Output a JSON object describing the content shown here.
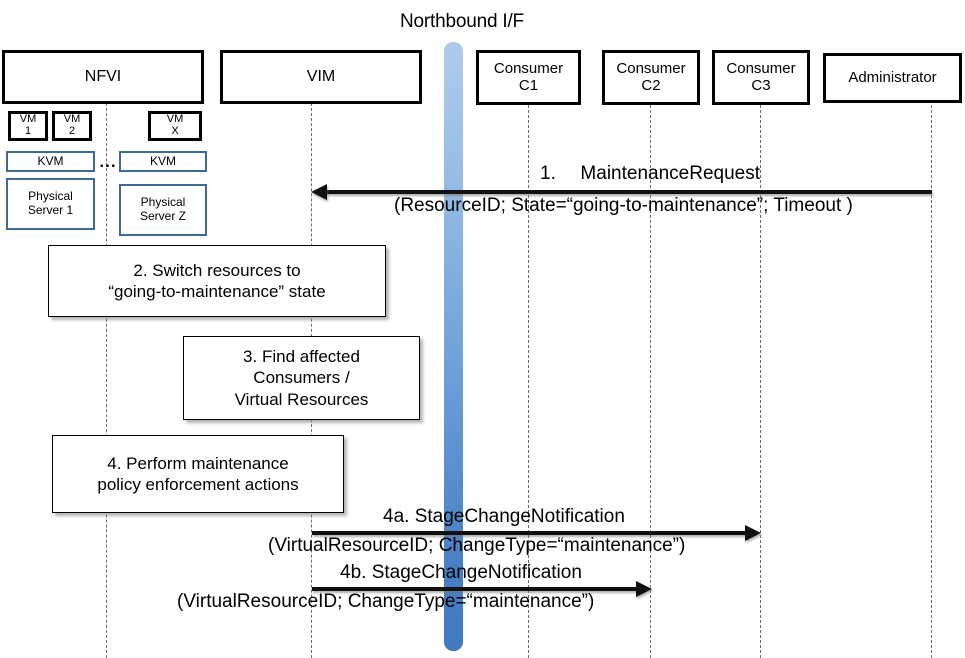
{
  "diagram": {
    "title": "Northbound I/F",
    "accent_color": "#4a80c4",
    "infra_border_color": "#3d6a96",
    "line_color": "#111111"
  },
  "lifelines": [
    {
      "id": "nfvi",
      "label": "NFVI"
    },
    {
      "id": "vim",
      "label": "VIM"
    },
    {
      "id": "c1",
      "label": "Consumer\nC1",
      "line1": "Consumer",
      "line2": "C1"
    },
    {
      "id": "c2",
      "label": "Consumer\nC2",
      "line1": "Consumer",
      "line2": "C2"
    },
    {
      "id": "c3",
      "label": "Consumer\nC3",
      "line1": "Consumer",
      "line2": "C3"
    },
    {
      "id": "admin",
      "label": "Administrator"
    }
  ],
  "infrastructure": {
    "vms": [
      {
        "line1": "VM",
        "line2": "1"
      },
      {
        "line1": "VM",
        "line2": "2"
      },
      {
        "line1": "VM",
        "line2": "X"
      }
    ],
    "hypervisors": [
      {
        "label": "KVM"
      },
      {
        "label": "KVM"
      }
    ],
    "servers": [
      {
        "line1": "Physical",
        "line2": "Server 1"
      },
      {
        "line1": "Physical",
        "line2": "Server Z"
      }
    ],
    "ellipsis": "..."
  },
  "steps": [
    {
      "id": "step2",
      "line1": "2. Switch resources to",
      "line2": "“going-to-maintenance” state"
    },
    {
      "id": "step3",
      "line1": "3. Find affected",
      "line2": "Consumers /",
      "line3": "Virtual Resources"
    },
    {
      "id": "step4",
      "line1": "4. Perform maintenance",
      "line2": "policy enforcement actions"
    }
  ],
  "messages": [
    {
      "id": "msg1",
      "number": "1.",
      "name": "MaintenanceRequest",
      "params": "(ResourceID; State=“going-to-maintenance”; Timeout )",
      "from": "admin",
      "to": "vim",
      "direction": "left"
    },
    {
      "id": "msg4a",
      "number": "4a.",
      "name": "StageChangeNotification",
      "params": "(VirtualResourceID; ChangeType=“maintenance”)",
      "from": "vim",
      "to": "c3",
      "direction": "right"
    },
    {
      "id": "msg4b",
      "number": "4b.",
      "name": "StageChangeNotification",
      "params": "(VirtualResourceID; ChangeType=“maintenance”)",
      "from": "vim",
      "to": "c2",
      "direction": "right"
    }
  ]
}
